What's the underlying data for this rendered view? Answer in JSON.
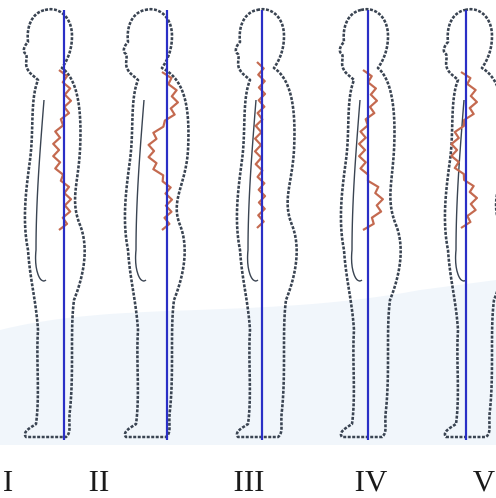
{
  "postures": [
    {
      "label": "I"
    },
    {
      "label": "II"
    },
    {
      "label": "III"
    },
    {
      "label": "IV"
    },
    {
      "label": "V"
    }
  ],
  "colors": {
    "plumb_line": "#2a2fc6",
    "body_outline": "#3a4452",
    "spine": "#c46a50",
    "background_wash": "#e6eef8"
  }
}
